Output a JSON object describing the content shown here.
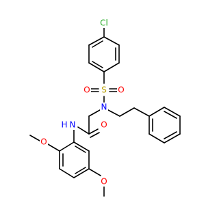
{
  "molecule": {
    "atoms": [
      {
        "id": "cl",
        "symbol": "Cl",
        "color": "#22aa22"
      },
      {
        "id": "s",
        "symbol": "S",
        "color": "#b8a000"
      },
      {
        "id": "o1",
        "symbol": "O",
        "color": "#ff0000"
      },
      {
        "id": "o2",
        "symbol": "O",
        "color": "#ff0000"
      },
      {
        "id": "n1",
        "symbol": "N",
        "color": "#0000ff"
      },
      {
        "id": "o3",
        "symbol": "O",
        "color": "#ff0000"
      },
      {
        "id": "nh",
        "symbol": "N",
        "color": "#0000ff"
      },
      {
        "id": "h",
        "symbol": "H",
        "color": "#0000ff"
      },
      {
        "id": "o4",
        "symbol": "O",
        "color": "#ff0000"
      },
      {
        "id": "o5",
        "symbol": "O",
        "color": "#ff0000"
      }
    ]
  }
}
